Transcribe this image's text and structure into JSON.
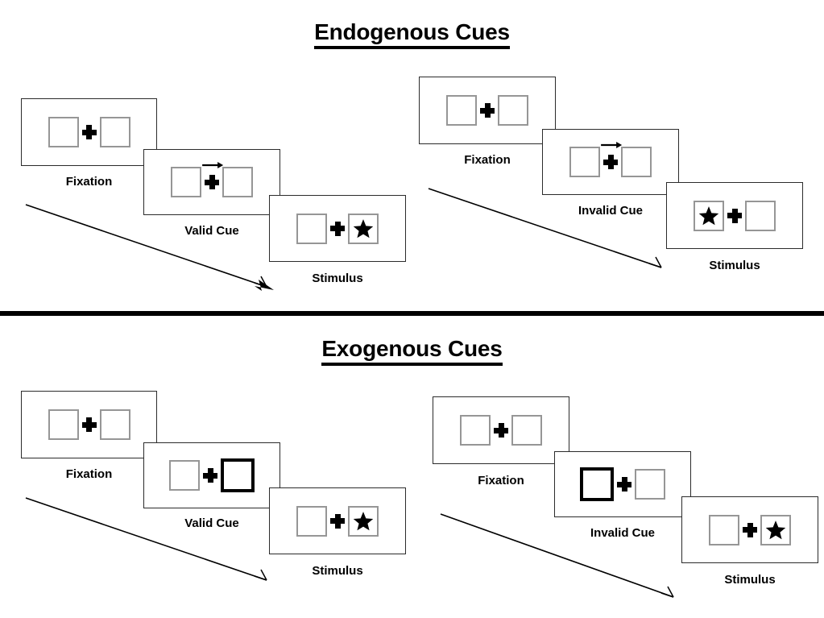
{
  "figure": {
    "title_top": "Endogenous Cues",
    "title_bottom": "Exogenous Cues"
  },
  "sections": [
    {
      "name": "endogenous",
      "title": "Endogenous Cues",
      "sequences": [
        {
          "name": "valid",
          "frames": [
            {
              "caption": "Fixation",
              "cue": "none",
              "left_box": "empty",
              "right_box": "empty",
              "stimulus_side": "none"
            },
            {
              "caption": "Valid Cue",
              "cue": "arrow-right",
              "left_box": "empty",
              "right_box": "empty",
              "stimulus_side": "none"
            },
            {
              "caption": "Stimulus",
              "cue": "none",
              "left_box": "empty",
              "right_box": "star",
              "stimulus_side": "right"
            }
          ]
        },
        {
          "name": "invalid",
          "frames": [
            {
              "caption": "Fixation",
              "cue": "none",
              "left_box": "empty",
              "right_box": "empty",
              "stimulus_side": "none"
            },
            {
              "caption": "Invalid Cue",
              "cue": "arrow-right",
              "left_box": "empty",
              "right_box": "empty",
              "stimulus_side": "none"
            },
            {
              "caption": "Stimulus",
              "cue": "none",
              "left_box": "star",
              "right_box": "empty",
              "stimulus_side": "left"
            }
          ]
        }
      ]
    },
    {
      "name": "exogenous",
      "title": "Exogenous Cues",
      "sequences": [
        {
          "name": "valid",
          "frames": [
            {
              "caption": "Fixation",
              "cue": "none",
              "left_box": "empty",
              "right_box": "empty",
              "stimulus_side": "none"
            },
            {
              "caption": "Valid Cue",
              "cue": "box-highlight-right",
              "left_box": "empty",
              "right_box": "cued",
              "stimulus_side": "none"
            },
            {
              "caption": "Stimulus",
              "cue": "none",
              "left_box": "empty",
              "right_box": "star",
              "stimulus_side": "right"
            }
          ]
        },
        {
          "name": "invalid",
          "frames": [
            {
              "caption": "Fixation",
              "cue": "none",
              "left_box": "empty",
              "right_box": "empty",
              "stimulus_side": "none"
            },
            {
              "caption": "Invalid Cue",
              "cue": "box-highlight-left",
              "left_box": "cued",
              "right_box": "empty",
              "stimulus_side": "none"
            },
            {
              "caption": "Stimulus",
              "cue": "none",
              "left_box": "empty",
              "right_box": "star",
              "stimulus_side": "right"
            }
          ]
        }
      ]
    }
  ],
  "colors": {
    "frame_border": "#2b2b2b",
    "box_border": "#969696",
    "cued_box_border": "#000000",
    "stimulus_fill": "#000000",
    "divider": "#000000",
    "background": "#ffffff"
  }
}
